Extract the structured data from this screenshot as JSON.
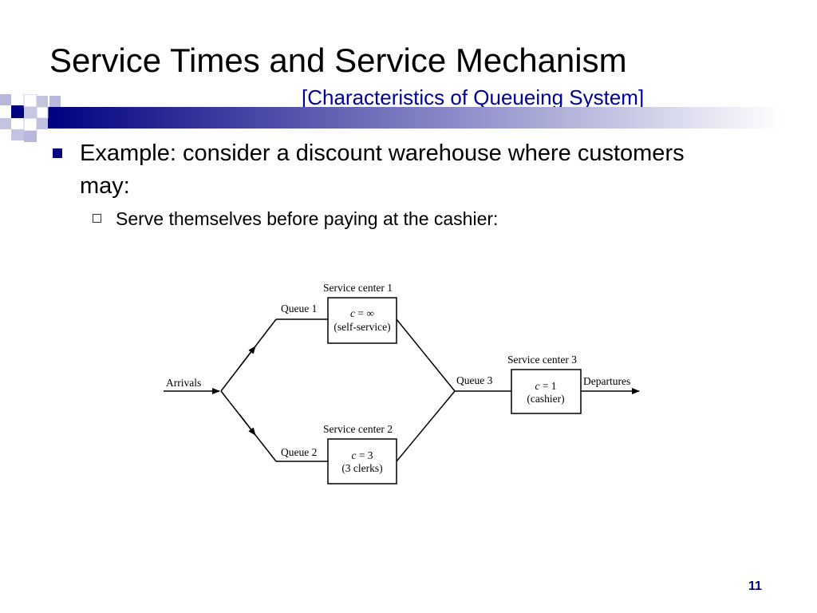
{
  "slide": {
    "title": "Service Times and Service Mechanism",
    "subtitle": "[Characteristics of Queueing System]",
    "page_number": "11",
    "accent_color": "#000080"
  },
  "bullets": {
    "level1": "Example: consider a discount warehouse where customers may:",
    "level2": "Serve themselves before paying at the cashier:"
  },
  "diagram": {
    "arrivals": "Arrivals",
    "departures": "Departures",
    "queue1": "Queue 1",
    "queue2": "Queue 2",
    "queue3": "Queue 3",
    "center1": {
      "label": "Service center 1",
      "c_var": "c",
      "c_value": "= ∞",
      "note": "(self-service)"
    },
    "center2": {
      "label": "Service center 2",
      "c_var": "c",
      "c_value": "= 3",
      "note": "(3 clerks)"
    },
    "center3": {
      "label": "Service center 3",
      "c_var": "c",
      "c_value": "= 1",
      "note": "(cashier)"
    }
  }
}
